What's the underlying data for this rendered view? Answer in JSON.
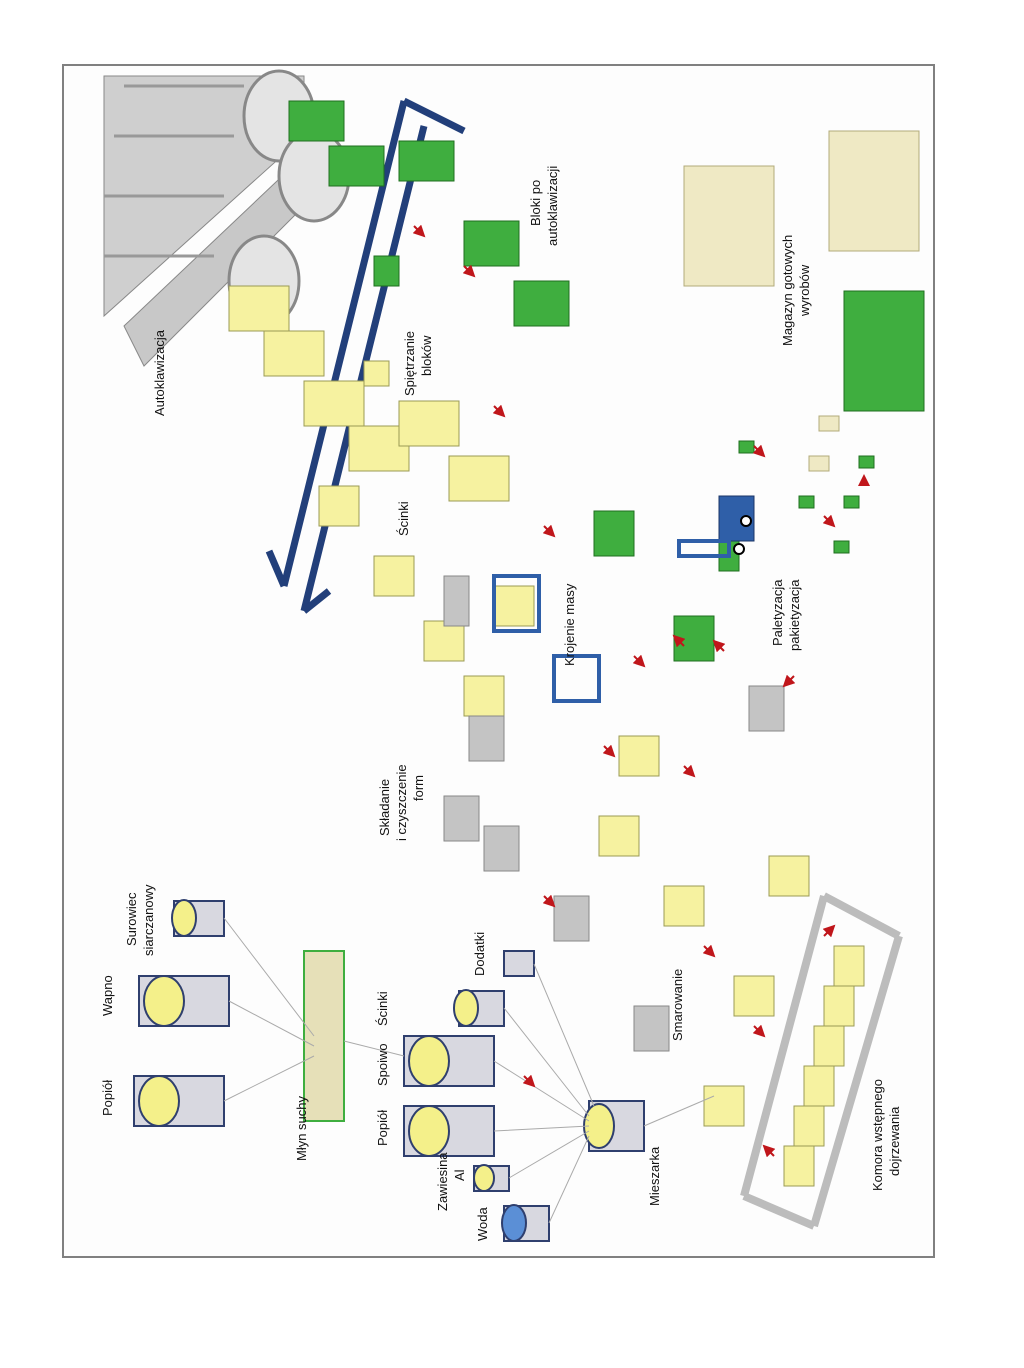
{
  "diagram": {
    "labels": {
      "autoklawizacja": "Autoklawizacja",
      "bloki": "Bloki po\nautoklawizacji",
      "spietrzanie": "Spiętrzanie\nbloków",
      "scinki_top": "Ścinki",
      "krojenie": "Krojenie masy",
      "paletyzacja": "Paletyzacja\npakietyzacja",
      "magazyn": "Magazyn gotowych\nwyrobów",
      "skladanie": "Składanie\ni czyszczenie\nform",
      "smarowanie": "Smarowanie",
      "komora": "Komora wstępnego\ndojrzewania",
      "mieszarka": "Mieszarka",
      "mlyn": "Młyn suchy",
      "popiol_top": "Popiół",
      "wapno": "Wapno",
      "surowiec": "Surowiec\nsiarczanowy",
      "popiol_bottom": "Popiół",
      "spoiwo": "Spoiwo",
      "scinki_bottom": "Ścinki",
      "dodatki": "Dodatki",
      "zawiesina": "Zawiesina\nAl",
      "woda": "Woda"
    },
    "colors": {
      "frame": "#808080",
      "silo_body": "#d8d8e0",
      "silo_cap": "#2f3f6e",
      "silo_face": "#f4f08a",
      "water_face": "#5b8fd6",
      "raw_block": "#f6f2a0",
      "cured_block": "#3fae3f",
      "product_block": "#efe9c4",
      "crane": "#223f7a",
      "arrow": "#c0161b",
      "autoclave": "#c8c8c8",
      "chamber": "#bcbcbc",
      "mold": "#c4c4c4"
    }
  }
}
